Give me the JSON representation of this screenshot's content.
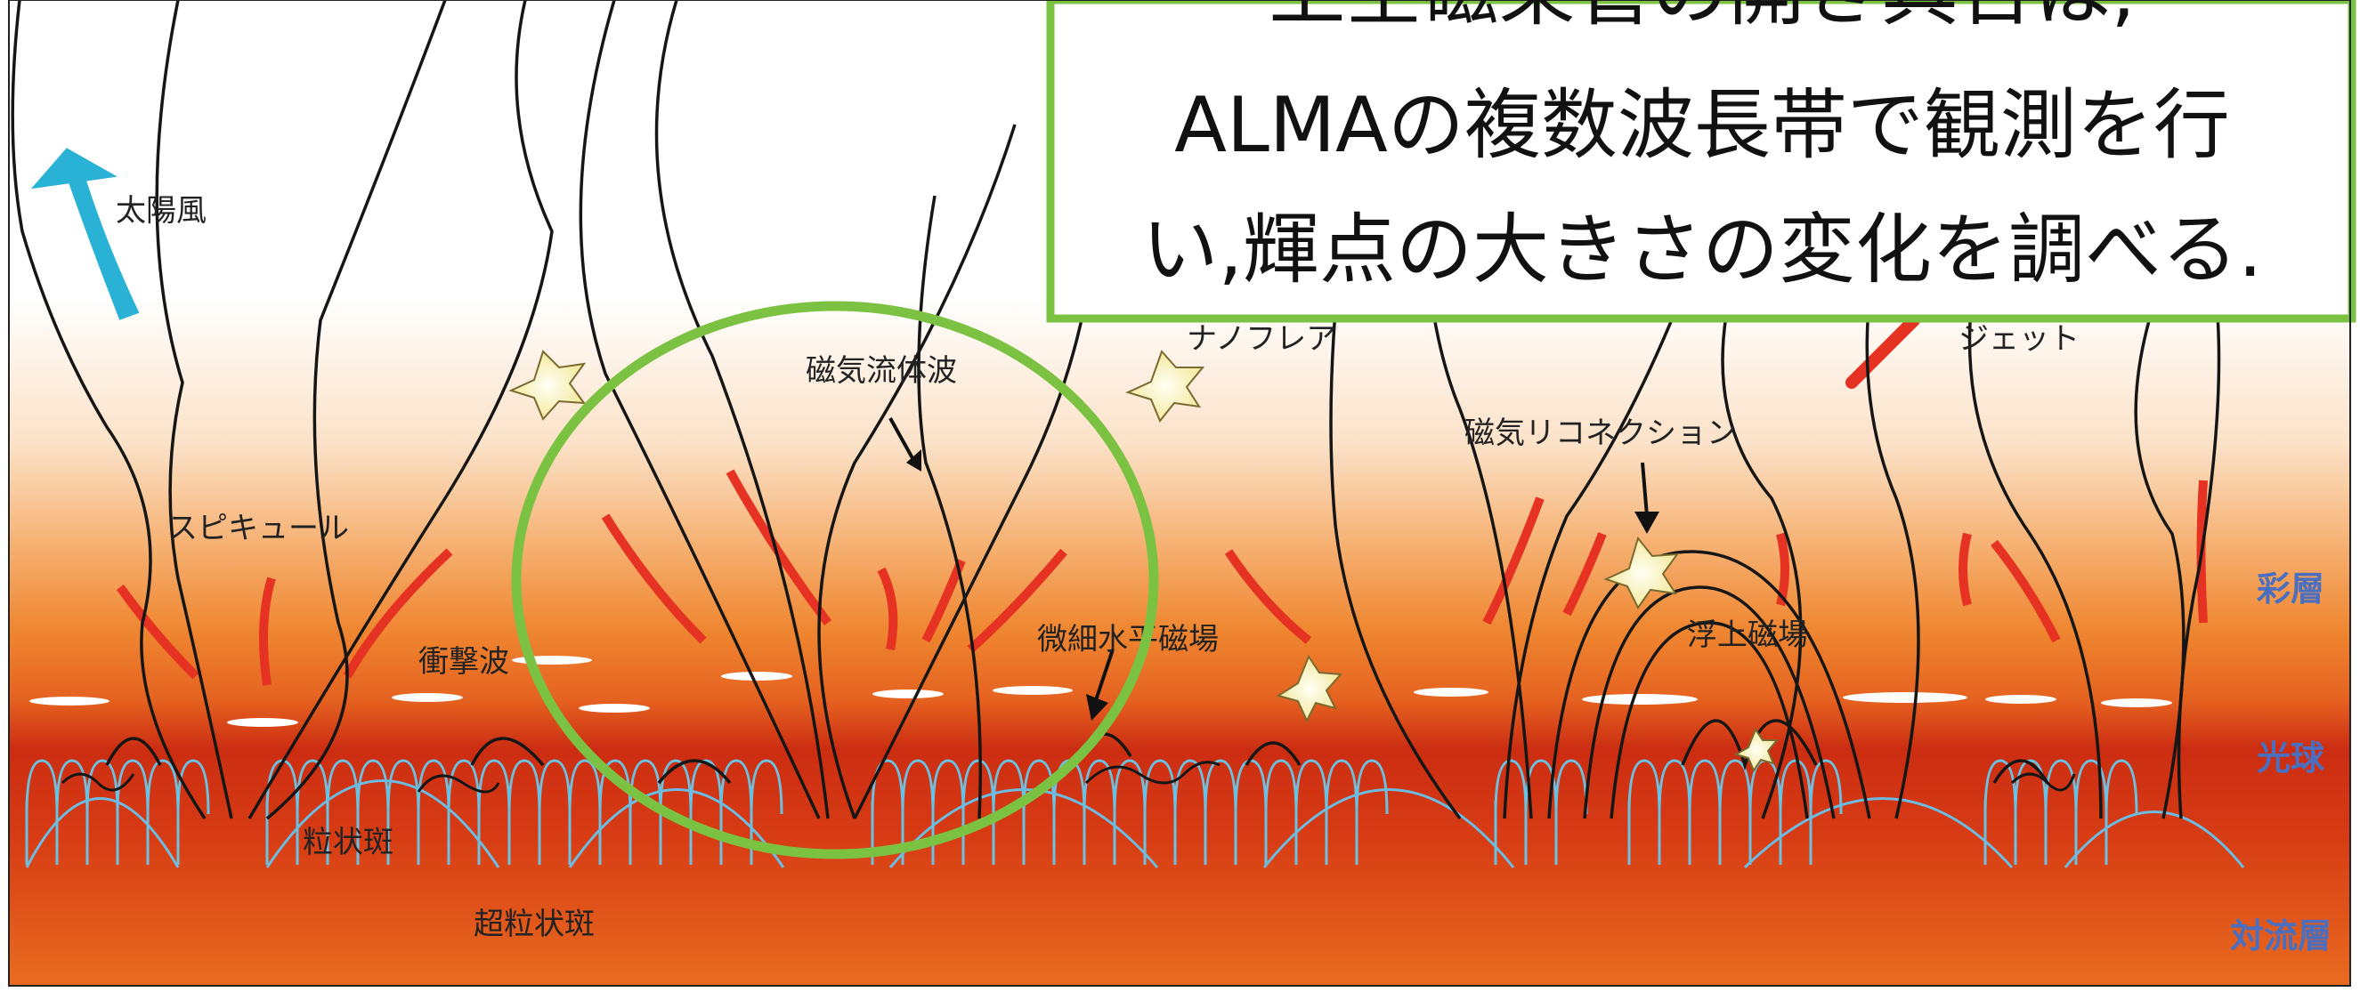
{
  "diagram": {
    "labels": {
      "solar_wind": "太陽風",
      "nanoflare": "ナノフレア",
      "jet": "ジェット",
      "mhd_wave": "磁気流体波",
      "reconnection": "磁気リコネクション",
      "spicule": "スピキュール",
      "shock_wave": "衝撃波",
      "small_horizontal_field": "微細水平磁場",
      "emerging_flux": "浮上磁場",
      "granule": "粒状斑",
      "supergranule": "超粒状斑"
    },
    "layers": {
      "chromosphere": "彩層",
      "photosphere": "光球",
      "convection_zone": "対流層"
    }
  },
  "caption": {
    "line1": "上空磁束管の開き具合は,",
    "line2": "ALMAの複数波長帯で観測を行",
    "line3": "い,輝点の大きさの変化を調べる."
  },
  "colors": {
    "highlight_green": "#7cc242",
    "solar_wind_arrow": "#29b1d6",
    "layer_label_blue": "#4a6fc1",
    "flow_blue": "#62b7d8",
    "spicule_red": "#e53222"
  }
}
